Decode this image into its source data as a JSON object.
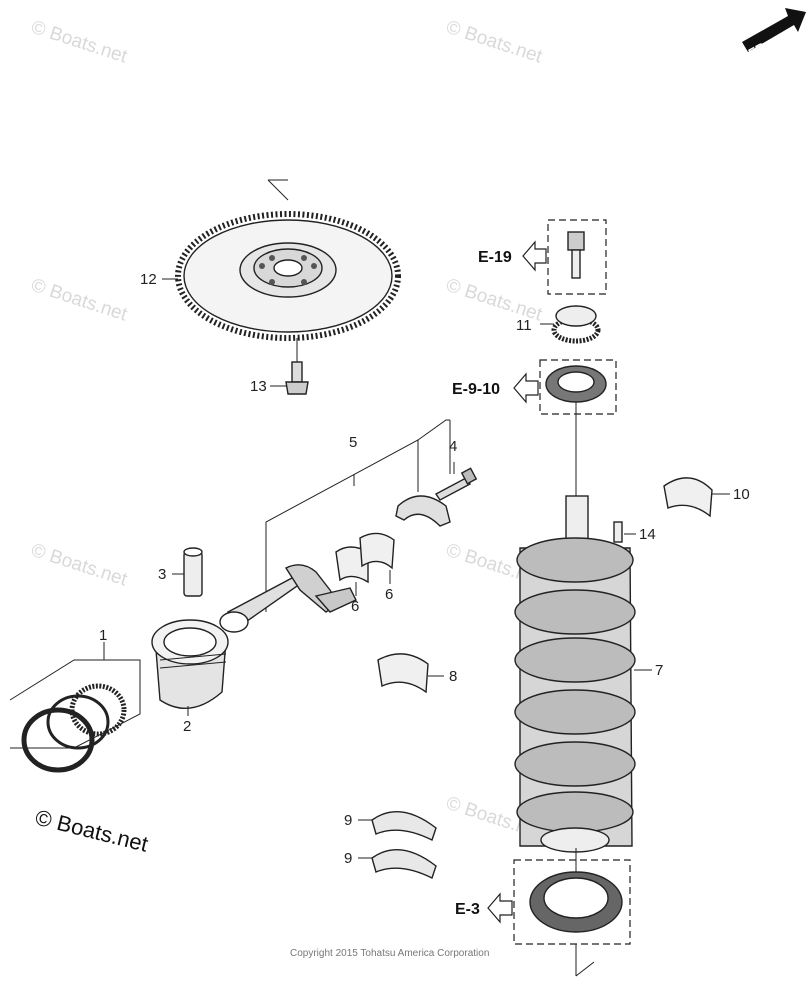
{
  "watermark": {
    "text": "© Boats.net",
    "main_text": "© Boats.net"
  },
  "direction": {
    "label": "FR."
  },
  "copyright": "Copyright 2015 Tohatsu America Corporation",
  "references": {
    "e19": "E-19",
    "e910": "E-9-10",
    "e3": "E-3"
  },
  "callouts": {
    "c1": "1",
    "c2": "2",
    "c3": "3",
    "c4": "4",
    "c5": "5",
    "c6a": "6",
    "c6b": "6",
    "c7": "7",
    "c8": "8",
    "c9a": "9",
    "c9b": "9",
    "c10": "10",
    "c11": "11",
    "c12": "12",
    "c13": "13",
    "c14": "14"
  },
  "colors": {
    "line": "#222222",
    "watermark": "#d9d9d9",
    "part_fill": "#e8e8e8",
    "dark_fill": "#555555"
  }
}
